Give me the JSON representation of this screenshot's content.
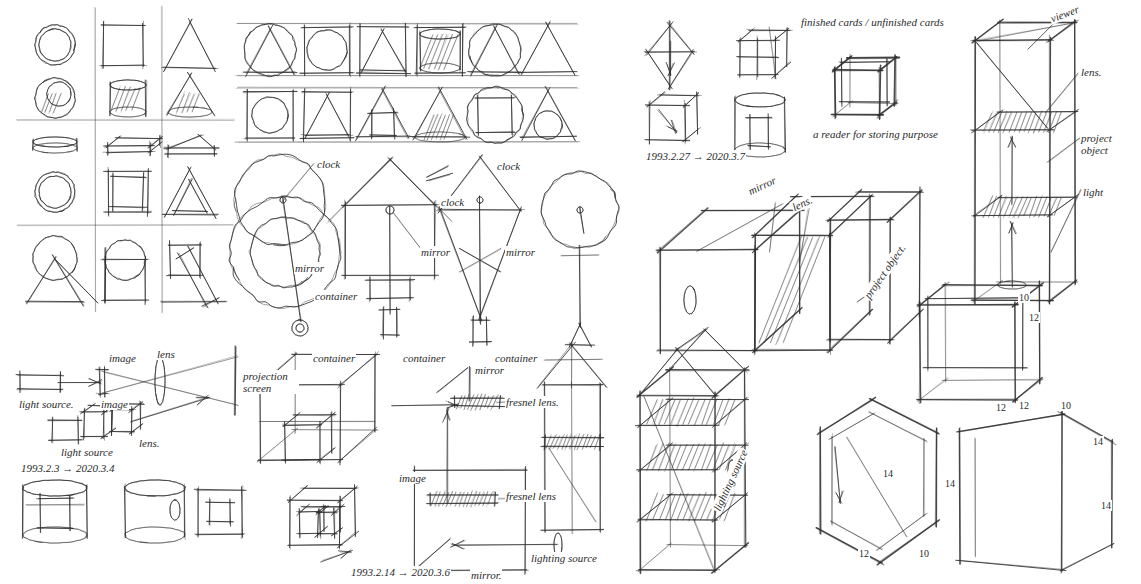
{
  "diagram": {
    "labels": [
      "finished cards / unfinished cards",
      "a reader for storing purpose",
      "1993.2.27 → 2020.3.7",
      "viewer",
      "lens.",
      "project object",
      "light",
      "mirror",
      "lens.",
      "project object.",
      "clock",
      "mirror",
      "container",
      "container",
      "clock",
      "mirror",
      "container",
      "clock",
      "mirror",
      "container",
      "image",
      "lens",
      "projection screen",
      "light source.",
      "image",
      "light source",
      "lens.",
      "1993.2.3 → 2020.3.4",
      "1993.2.14 → 2020.3.6",
      "mirror",
      "fresnel lens.",
      "image",
      "fresnel lens",
      "lighting source",
      "mirror.",
      "lighting source",
      "10",
      "12",
      "12",
      "14",
      "14",
      "12",
      "10",
      "12",
      "10",
      "14",
      "14"
    ]
  }
}
